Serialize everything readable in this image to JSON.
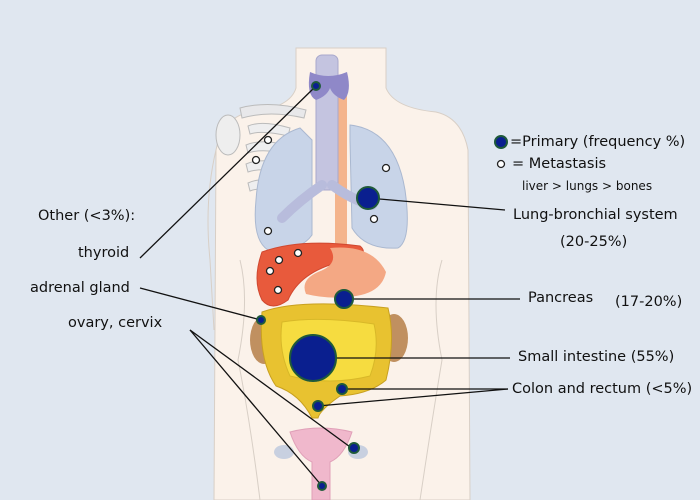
{
  "legend": {
    "primary_label": "=Primary (frequency %)",
    "metastasis_label": "= Metastasis",
    "metastasis_order": "liver > lungs > bones"
  },
  "left_labels": {
    "other_heading": "Other (<3%):",
    "thyroid": "thyroid",
    "adrenal": "adrenal gland",
    "ovary": "ovary, cervix"
  },
  "right_labels": {
    "lung": "Lung-bronchial system",
    "lung_pct": "(20-25%)",
    "pancreas": "Pancreas",
    "pancreas_pct": "(17-20%)",
    "small_intestine": "Small intestine (55%)",
    "colon": "Colon and rectum (<5%)"
  },
  "colors": {
    "background": "#e0e7f0",
    "skin": "#fbf2ea",
    "primary_fill": "#0a1f8f",
    "primary_ring": "#1f5a3a",
    "lung": "#c8d4e8",
    "liver": "#e85a3c",
    "intestine": "#e8c230",
    "thyroid": "#8f88c8"
  }
}
